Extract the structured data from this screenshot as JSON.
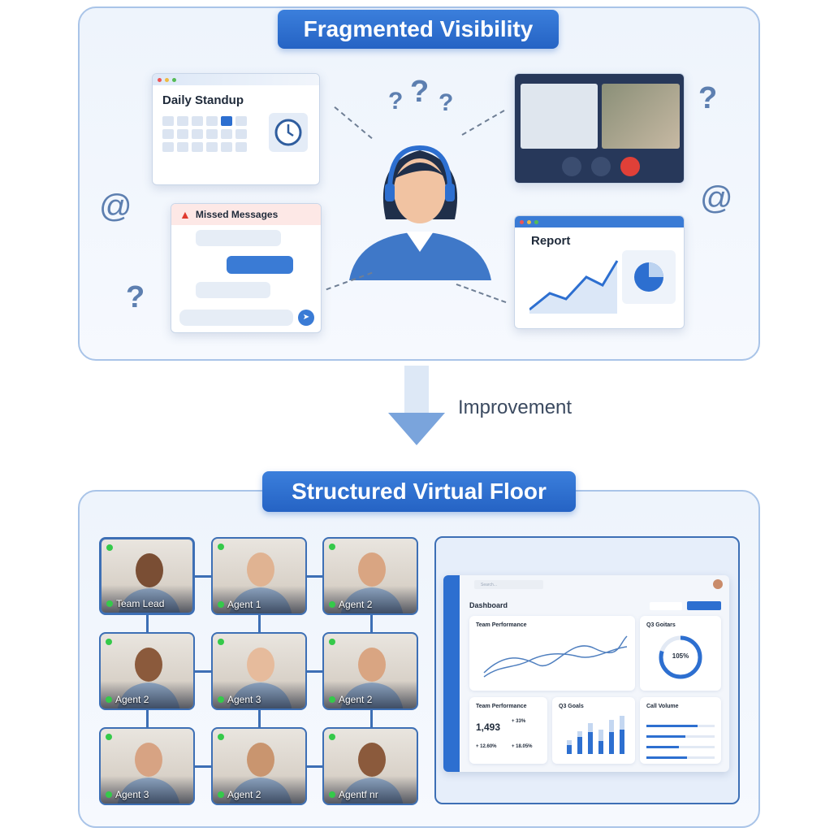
{
  "top": {
    "title": "Fragmented Visibility",
    "standup": {
      "title": "Daily Standup",
      "icon": "clock-icon"
    },
    "messages": {
      "title": "Missed Messages",
      "icon": "warning-icon"
    },
    "report": {
      "title": "Report"
    },
    "question_mark": "?"
  },
  "transition": {
    "label": "Improvement"
  },
  "bottom": {
    "title": "Structured Virtual Floor",
    "tiles": [
      {
        "label": "Team Lead"
      },
      {
        "label": "Agent 1"
      },
      {
        "label": "Agent 2"
      },
      {
        "label": "Agent 2"
      },
      {
        "label": "Agent 3"
      },
      {
        "label": "Agent 2"
      },
      {
        "label": "Agent 3"
      },
      {
        "label": "Agent 2"
      },
      {
        "label": "Agentf nr"
      }
    ],
    "dashboard": {
      "search_placeholder": "Search...",
      "title": "Dashboard",
      "chart_card_title": "Team Performance",
      "donut_title": "Q3 Goitars",
      "donut_value": "105%",
      "donut_percent": 80,
      "stats_title": "Team Performance",
      "stat_main": "1,493",
      "stat_a": "+ 33%",
      "stat_b": "+ 12.60%",
      "stat_c": "+ 18.05%",
      "goals_title": "Q3 Goals",
      "goals_values": [
        30,
        55,
        70,
        42,
        72,
        80
      ],
      "goals_totals": [
        45,
        75,
        100,
        78,
        110,
        125
      ],
      "call_title": "Call Volume",
      "call_bars": [
        75,
        57,
        48,
        60
      ],
      "accent": "#2d6fd0"
    }
  }
}
